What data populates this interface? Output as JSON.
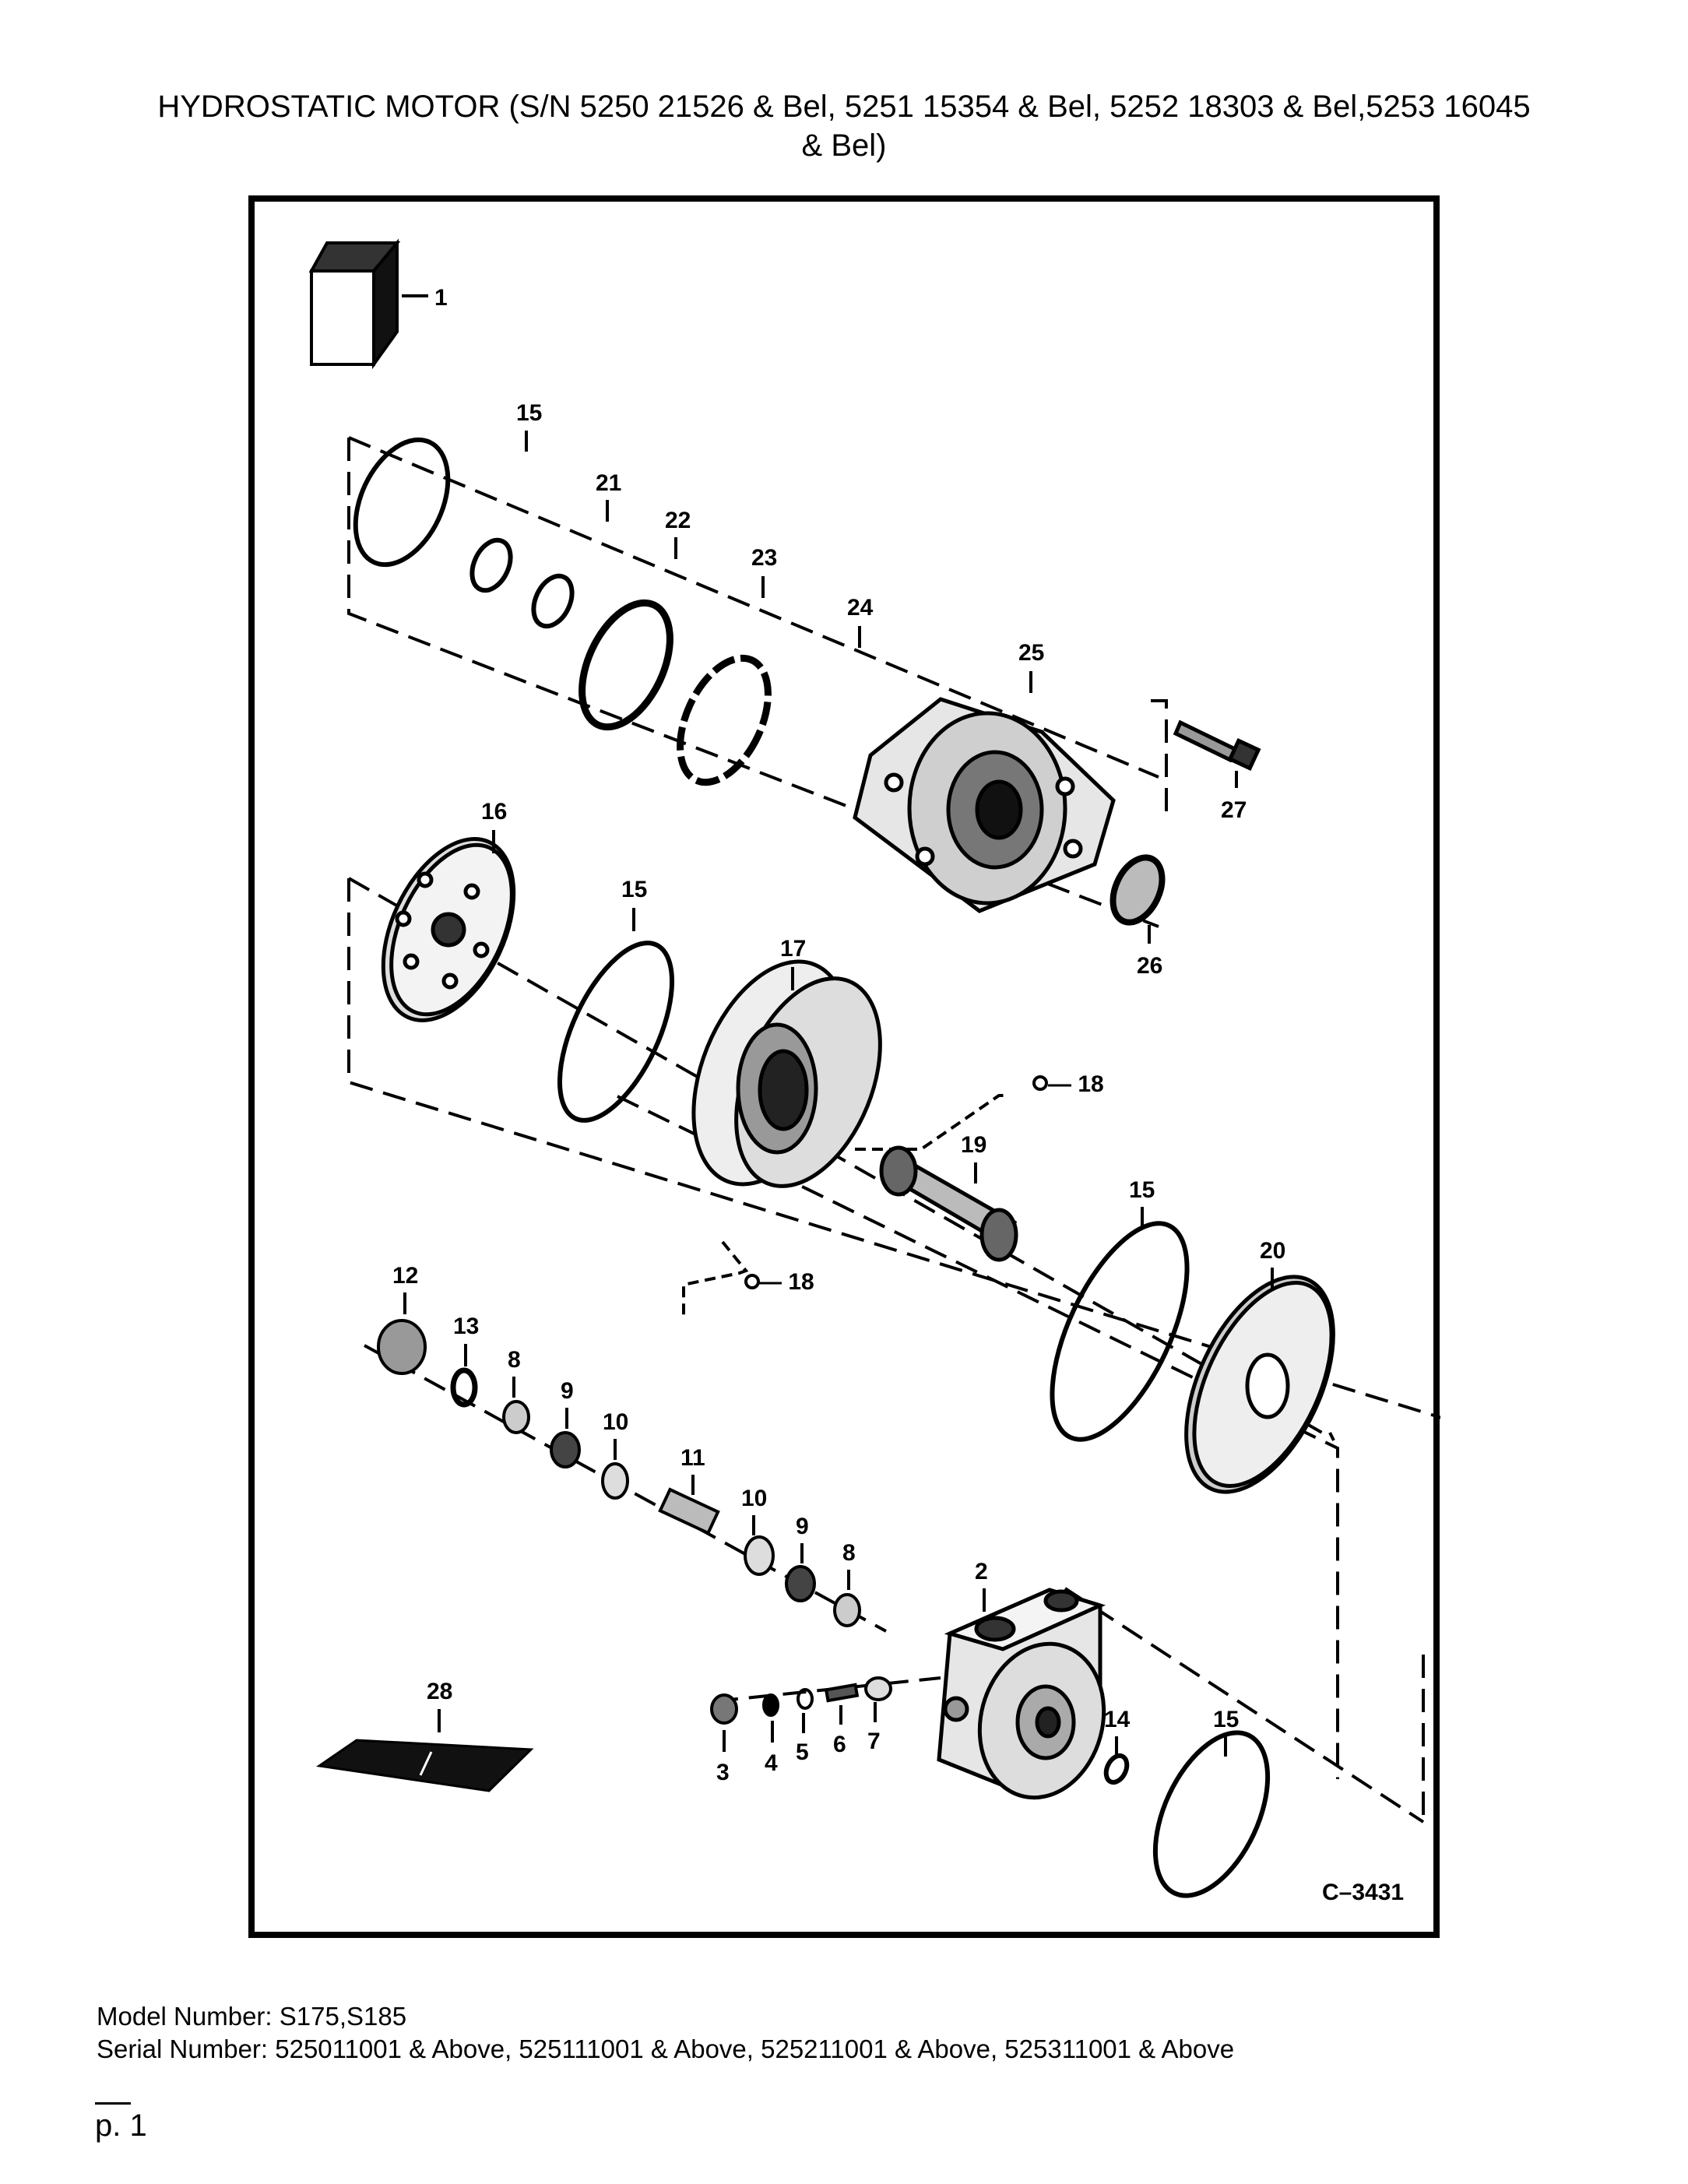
{
  "page": {
    "title_line1": "HYDROSTATIC MOTOR (S/N 5250 21526 & Bel, 5251 15354 & Bel, 5252 18303 & Bel,5253 16045",
    "title_line2": "& Bel)",
    "drawing_code": "C–3431",
    "model_line": "Model Number: S175,S185",
    "serial_line": "Serial Number: 525011001 & Above, 525111001 & Above, 525211001 & Above, 525311001 & Above",
    "page_number": "p. 1"
  },
  "callouts": {
    "c1": "1",
    "c2": "2",
    "c3": "3",
    "c4": "4",
    "c5": "5",
    "c6": "6",
    "c7": "7",
    "c8a": "8",
    "c8b": "8",
    "c9a": "9",
    "c9b": "9",
    "c10a": "10",
    "c10b": "10",
    "c11": "11",
    "c12": "12",
    "c13": "13",
    "c14": "14",
    "c15a": "15",
    "c15b": "15",
    "c15c": "15",
    "c15d": "15",
    "c16": "16",
    "c17": "17",
    "c18a": "— 18",
    "c18b": "— 18",
    "c19": "19",
    "c20": "20",
    "c21": "21",
    "c22": "22",
    "c23": "23",
    "c24": "24",
    "c25": "25",
    "c26": "26",
    "c27": "27",
    "c28": "28"
  }
}
